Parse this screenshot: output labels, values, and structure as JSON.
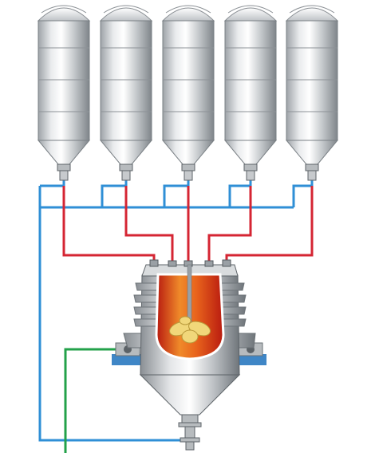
{
  "diagram": {
    "silos": [
      {
        "id": "silo-1"
      },
      {
        "id": "silo-2"
      },
      {
        "id": "silo-3"
      },
      {
        "id": "silo-4"
      },
      {
        "id": "silo-5"
      }
    ],
    "colors": {
      "background": "#ffffff",
      "blue_line": "#2f8fd6",
      "red_line": "#d52533",
      "green_line": "#23a14a",
      "steel_light": "#f2f3f4",
      "steel_mid": "#c7cacd",
      "steel_dark": "#8c9196",
      "chamber_orange": "#e8631c",
      "chamber_red": "#c81f12",
      "agitator_yellow": "#f1d77a",
      "mount_blue": "#3f86c6"
    },
    "icons": [
      "silo-icon",
      "reactor-vessel-icon",
      "agitator-icon",
      "valve-icon"
    ]
  }
}
